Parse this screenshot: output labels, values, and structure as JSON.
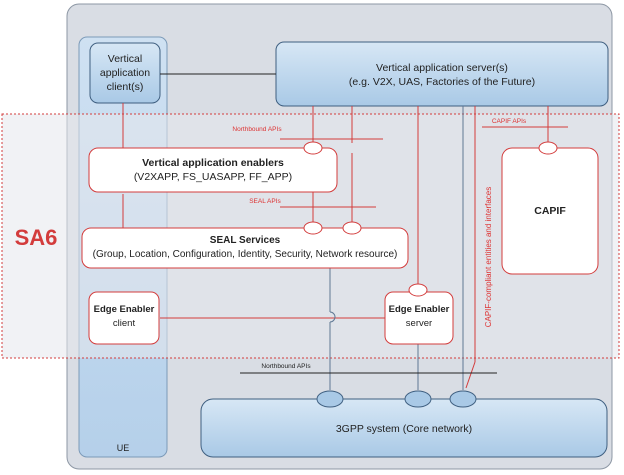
{
  "region_label": "SA6",
  "ue": {
    "label": "UE",
    "client": {
      "line1": "Vertical",
      "line2": "application",
      "line3": "client(s)"
    },
    "edge_client": {
      "line1": "Edge Enabler",
      "line2": "client"
    }
  },
  "vas": {
    "line1": "Vertical application server(s)",
    "line2": "(e.g. V2X, UAS, Factories of the Future)"
  },
  "vae": {
    "line1": "Vertical application enablers",
    "line2": "(V2XAPP, FS_UASAPP, FF_APP)"
  },
  "seal": {
    "line1": "SEAL Services",
    "line2": "(Group, Location, Configuration, Identity, Security, Network resource)"
  },
  "ees": {
    "line1": "Edge Enabler",
    "line2": "server"
  },
  "capif": {
    "label": "CAPIF"
  },
  "core": {
    "label": "3GPP system (Core network)"
  },
  "apis": {
    "northbound_top": "Northbound APIs",
    "seal": "SEAL APIs",
    "capif": "CAPIF APIs",
    "northbound_bottom": "Northbound APIs",
    "capif_compliant": "CAPIF-compliant entities and interfaces"
  },
  "colors": {
    "outer_fill": "#d9dde4",
    "box_blue": "#bcd6ec",
    "accent_red": "#d33c3c"
  }
}
